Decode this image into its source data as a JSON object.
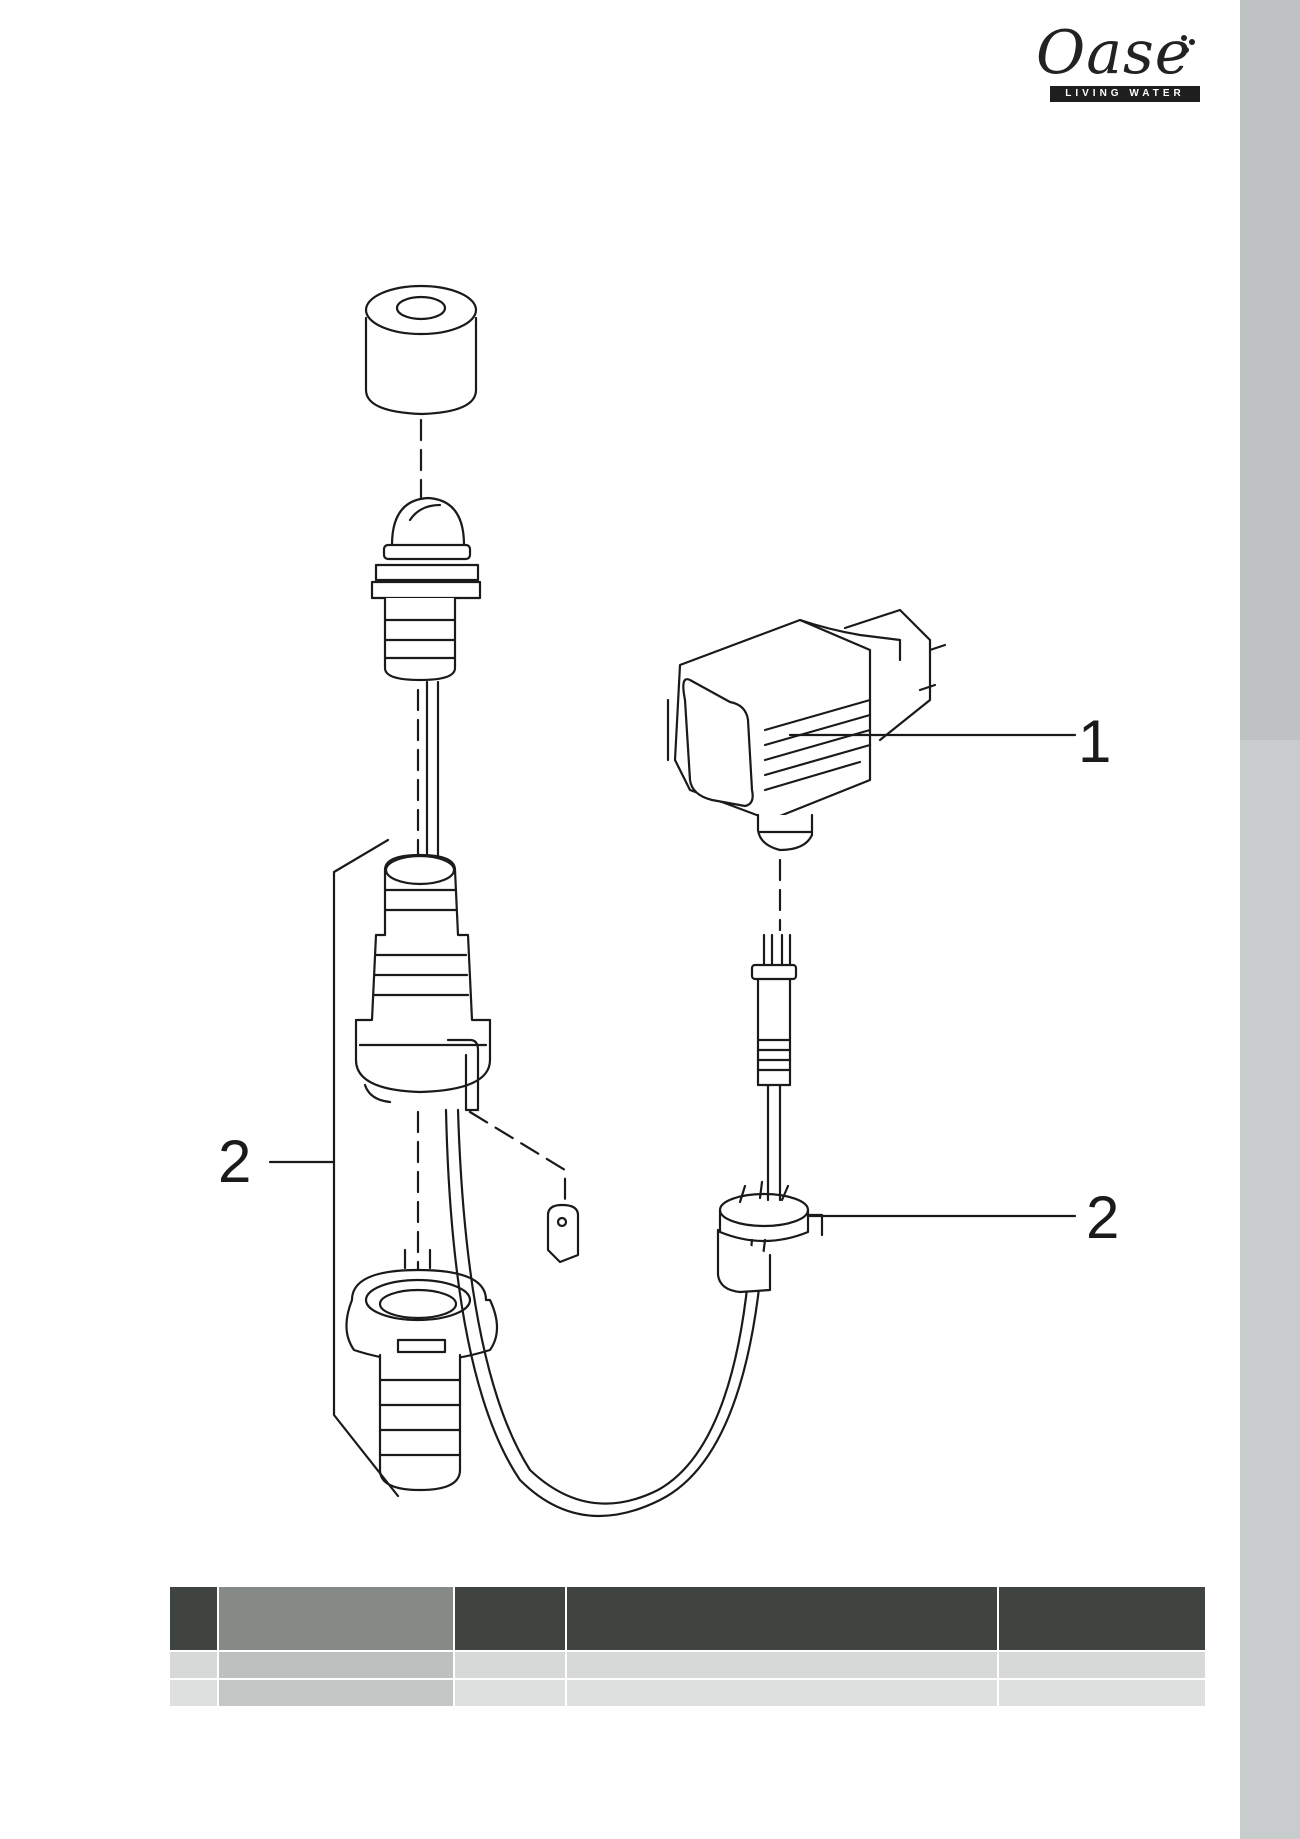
{
  "logo": {
    "word": "Oase",
    "tagline": "LIVING WATER"
  },
  "callouts": [
    {
      "id": "1",
      "label": "1"
    },
    {
      "id": "2-left",
      "label": "2"
    },
    {
      "id": "2-right",
      "label": "2"
    }
  ],
  "table": {
    "columns": 5,
    "header": [
      "",
      "",
      "",
      "",
      ""
    ],
    "rows": [
      [
        "",
        "",
        "",
        "",
        ""
      ],
      [
        "",
        "",
        "",
        "",
        ""
      ]
    ]
  },
  "colors": {
    "header_dark": "#404441",
    "header_mid": "#858a87",
    "row_light": "#d6d9d8",
    "side_tab": "#bfc2c2"
  }
}
